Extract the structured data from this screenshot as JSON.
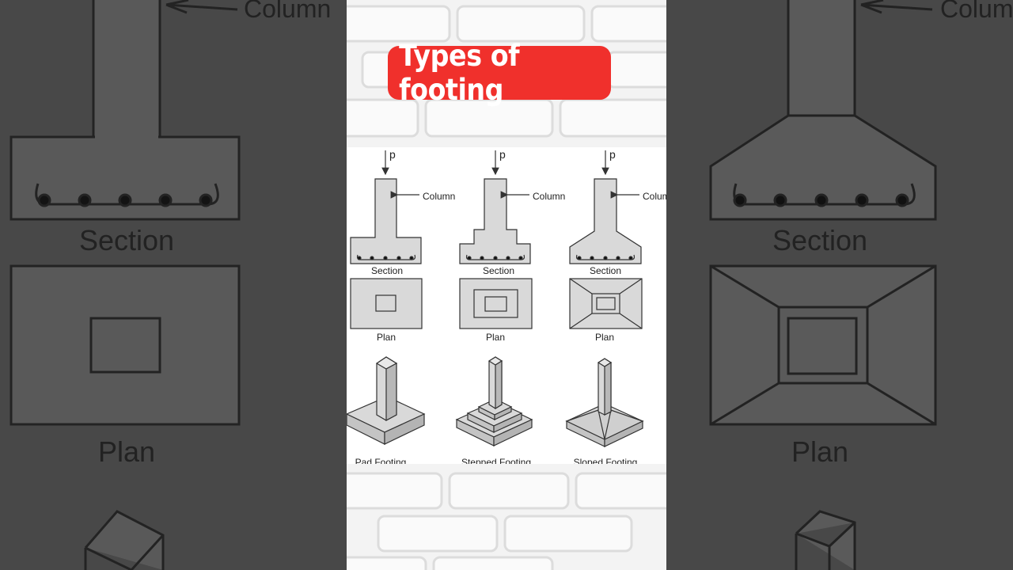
{
  "title": "Types of footing",
  "diagram": {
    "load_label": "p",
    "column_label": "Column",
    "section_label": "Section",
    "plan_label": "Plan",
    "footing_types": [
      {
        "name": "Pad Footing"
      },
      {
        "name": "Stepped Footing"
      },
      {
        "name": "Sloped Footing"
      }
    ]
  },
  "background_zoom": {
    "column_label": "Column",
    "section_label": "Section",
    "plan_label": "Plan"
  },
  "colors": {
    "title_bg": "#f0302c",
    "title_text": "#ffffff",
    "concrete_fill": "#d9d9d9",
    "backdrop": "#484848"
  }
}
